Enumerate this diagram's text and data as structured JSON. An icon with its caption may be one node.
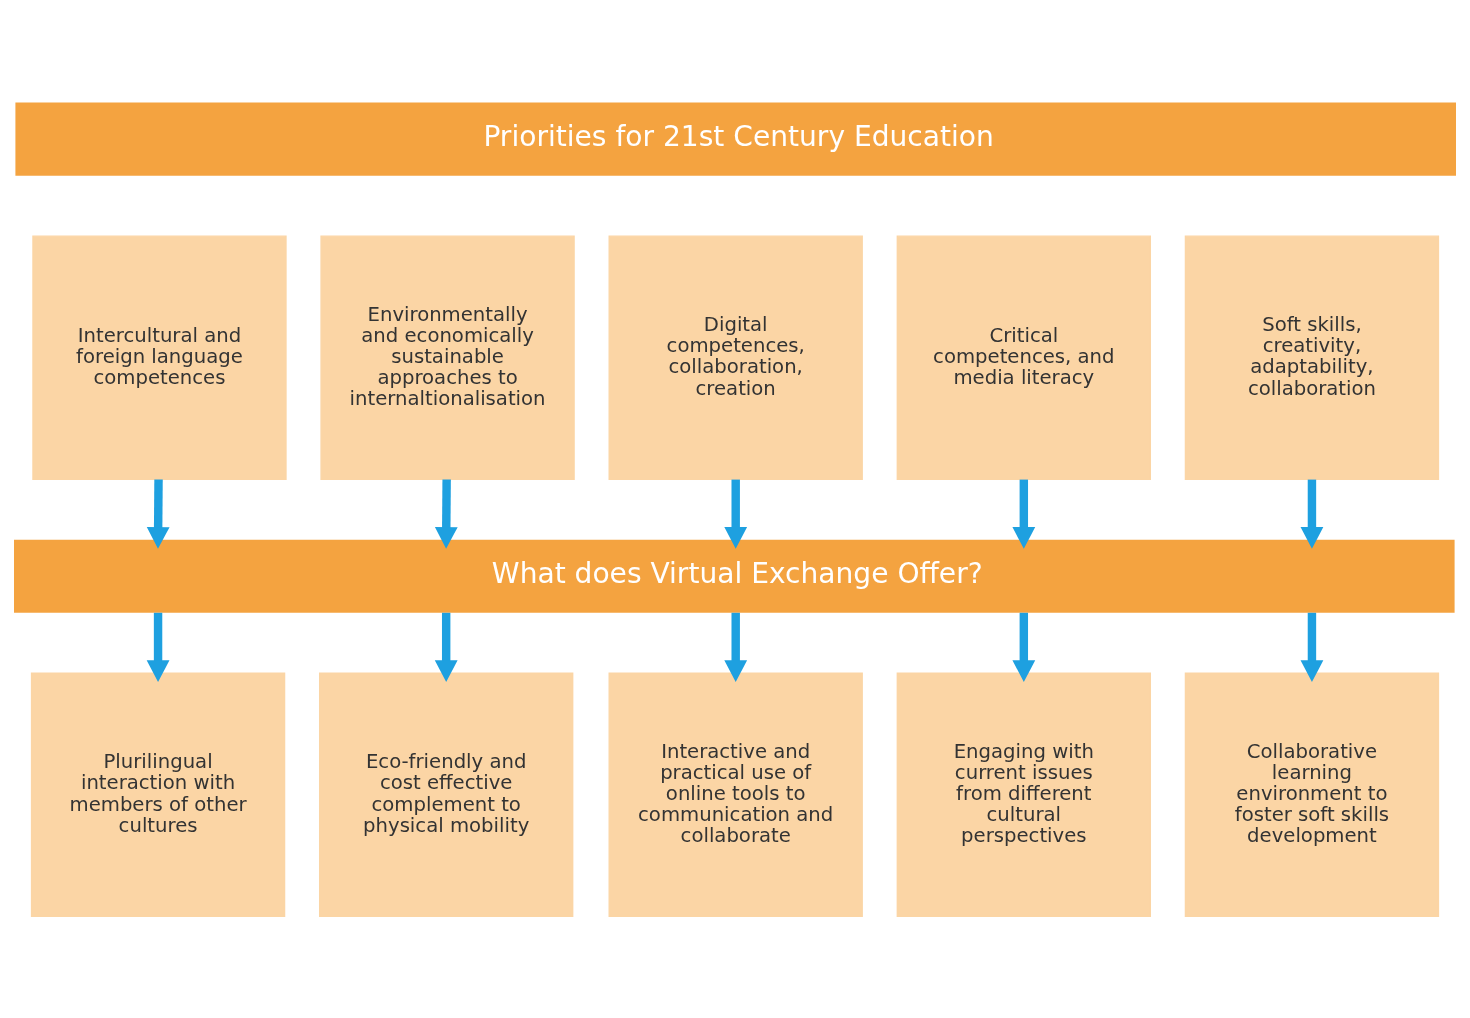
{
  "diagram": {
    "nodes": [
      {
        "text": [
          "Priorities for 21st Century Education"
        ]
      },
      {
        "text": [
          "Intercultural and foreign language competences"
        ]
      },
      {
        "text": [
          "Environmentally and economically sustainable approaches to internaltionalisation"
        ]
      },
      {
        "text": [
          "Digital competences, collaboration, creation"
        ]
      },
      {
        "text": [
          "Critical competences, and media literacy"
        ]
      },
      {
        "text": [
          "Soft skills, creativity, adaptability, collaboration"
        ]
      },
      {
        "text": [
          "What does Virtual Exchange Offer?"
        ]
      },
      {
        "text": [
          "Plurilingual interaction with members of other cultures"
        ]
      },
      {
        "text": [
          "Eco-friendly and cost effective complement to physical mobility"
        ]
      },
      {
        "text": [
          "Interactive and practical use of online tools to communication and collaborate"
        ]
      },
      {
        "text": [
          "Engaging with current issues from different cultural perspectives"
        ]
      },
      {
        "text": [
          "Collaborative learning environment to foster soft skills development"
        ]
      }
    ],
    "edges": [
      {
        "from": 1,
        "to": 6,
        "arrow": "to"
      },
      {
        "from": 2,
        "to": 6,
        "arrow": "to"
      },
      {
        "from": 3,
        "to": 6,
        "arrow": "to"
      },
      {
        "from": 4,
        "to": 6,
        "arrow": "to"
      },
      {
        "from": 5,
        "to": 6,
        "arrow": "to"
      },
      {
        "from": 6,
        "to": 7,
        "arrow": "to"
      },
      {
        "from": 6,
        "to": 8,
        "arrow": "to"
      },
      {
        "from": 6,
        "to": 9,
        "arrow": "to"
      },
      {
        "from": 6,
        "to": 10,
        "arrow": "to"
      },
      {
        "from": 6,
        "to": 11,
        "arrow": "to"
      }
    ]
  }
}
